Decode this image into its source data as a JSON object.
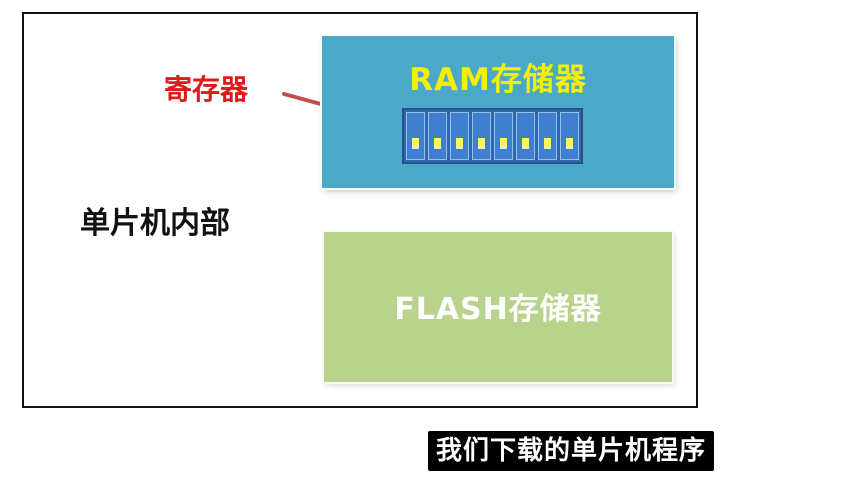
{
  "diagram": {
    "outer_label": "单片机内部",
    "register_label": "寄存器",
    "ram_title": "RAM存储器",
    "flash_title": "FLASH存储器",
    "register_cells": 8
  },
  "subtitle": {
    "text": "我们下载的单片机程序"
  },
  "colors": {
    "ram_fill": "#4aa9c8",
    "ram_title": "#f4f000",
    "flash_fill": "#b9d38c",
    "register_label": "#e01a1a",
    "arrow": "#c0504d",
    "subtitle_bg": "#000000"
  }
}
